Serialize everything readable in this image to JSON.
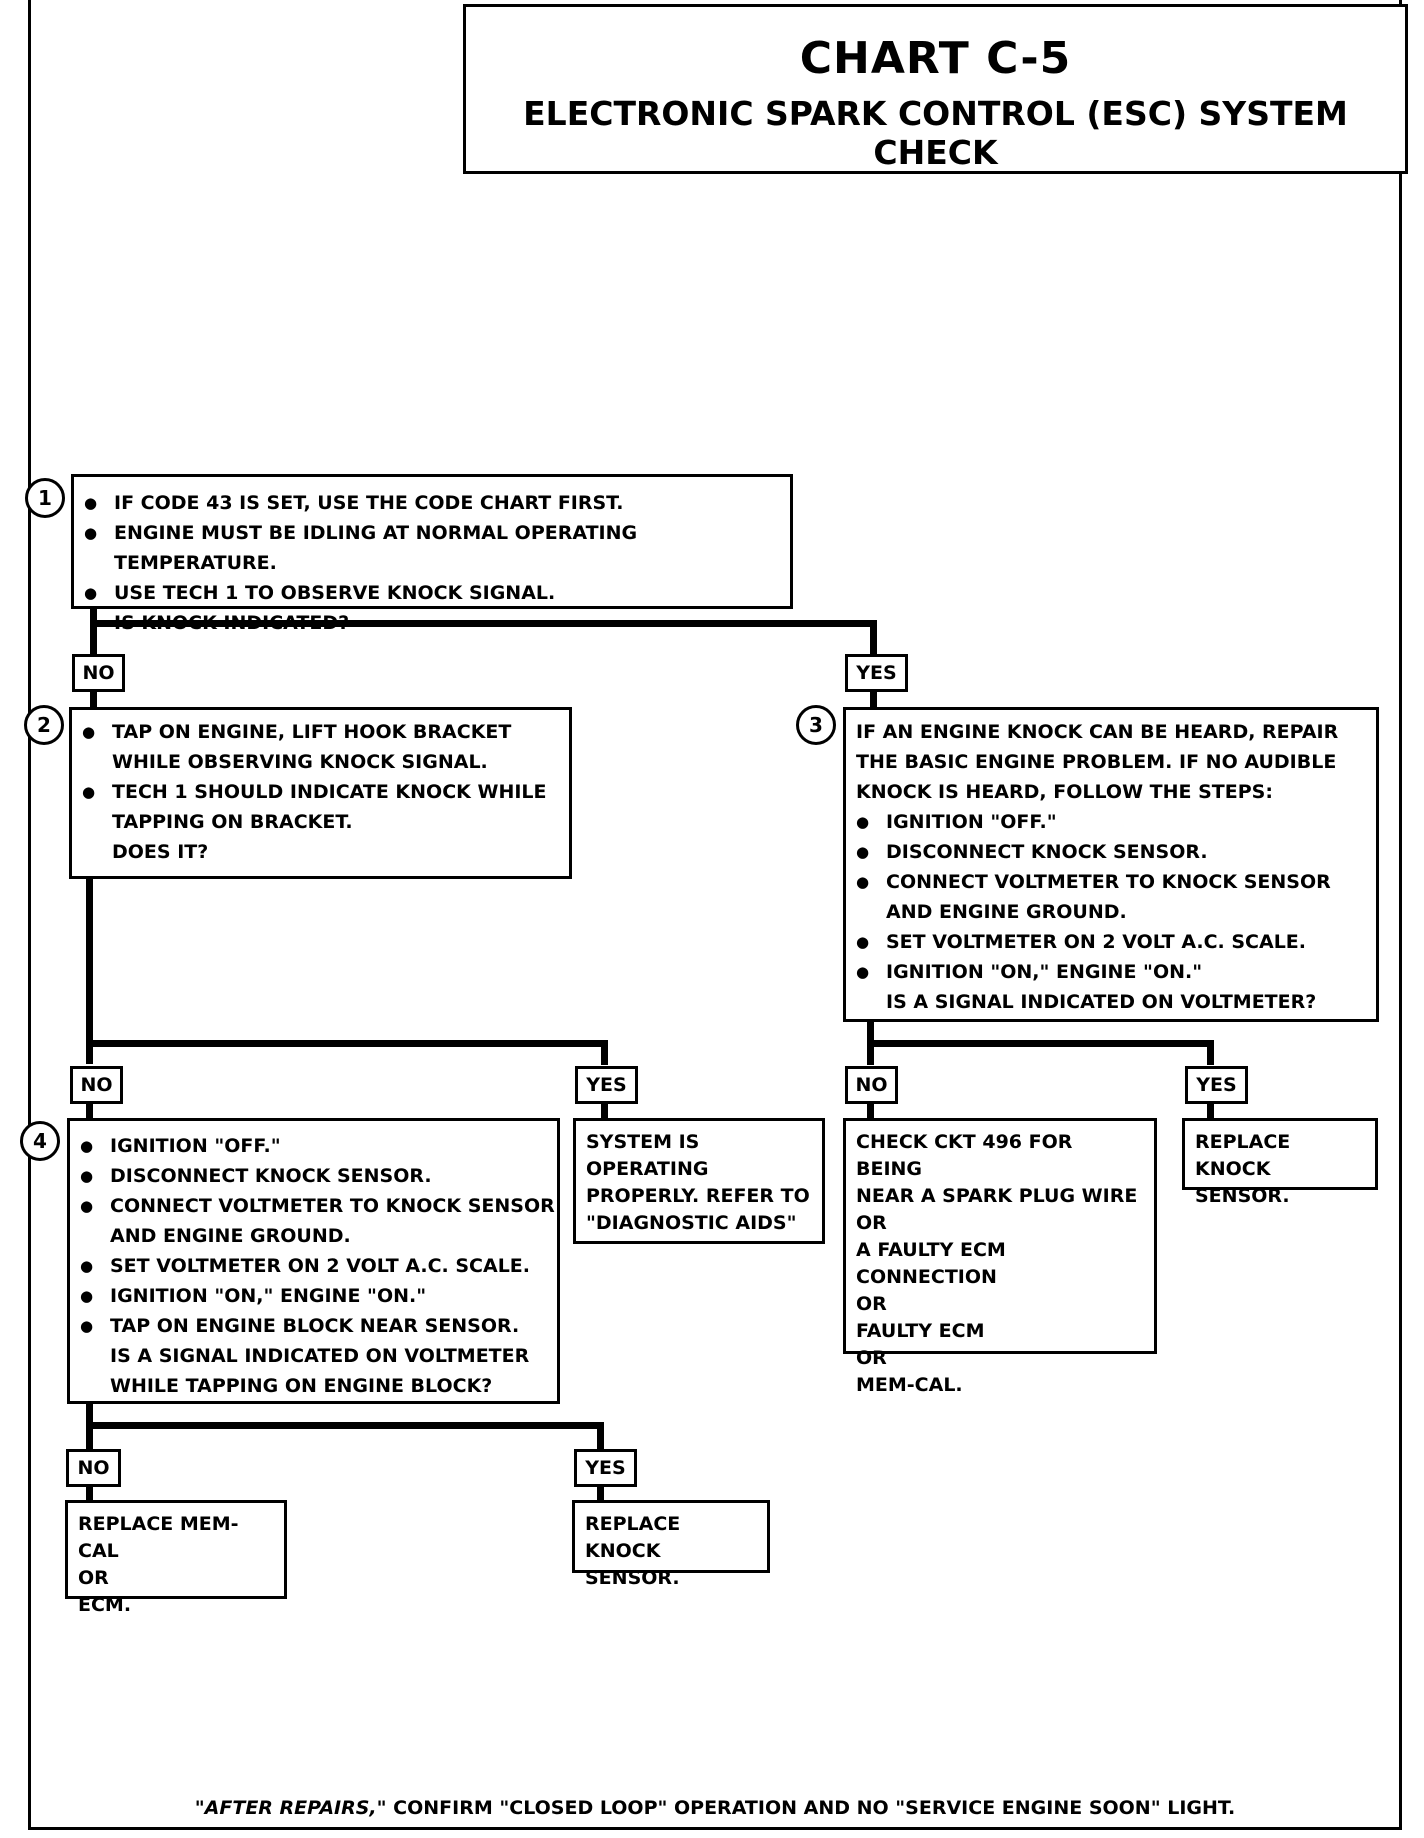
{
  "title": {
    "chart": "CHART C-5",
    "subtitle": "ELECTRONIC SPARK CONTROL (ESC) SYSTEM CHECK"
  },
  "steps": {
    "s1": {
      "number": "1",
      "bullets": [
        "IF CODE 43 IS SET, USE THE CODE CHART FIRST.",
        "ENGINE MUST BE IDLING AT NORMAL OPERATING TEMPERATURE.",
        "USE TECH 1 TO OBSERVE KNOCK SIGNAL."
      ],
      "question": "IS KNOCK INDICATED?"
    },
    "s2": {
      "number": "2",
      "bullets": [
        "TAP ON ENGINE, LIFT HOOK BRACKET WHILE OBSERVING KNOCK SIGNAL.",
        "TECH 1 SHOULD INDICATE KNOCK WHILE TAPPING ON BRACKET."
      ],
      "question": "DOES IT?"
    },
    "s3": {
      "number": "3",
      "intro": "IF AN ENGINE KNOCK CAN BE HEARD, REPAIR THE BASIC ENGINE PROBLEM.  IF NO AUDIBLE KNOCK IS HEARD, FOLLOW THE STEPS:",
      "bullets": [
        "IGNITION \"OFF.\"",
        "DISCONNECT KNOCK SENSOR.",
        "CONNECT VOLTMETER TO KNOCK SENSOR AND ENGINE GROUND.",
        "SET VOLTMETER ON 2 VOLT A.C. SCALE.",
        "IGNITION \"ON,\" ENGINE \"ON.\""
      ],
      "question": "IS A SIGNAL INDICATED ON VOLTMETER?"
    },
    "s4": {
      "number": "4",
      "bullets": [
        "IGNITION \"OFF.\"",
        "DISCONNECT KNOCK SENSOR.",
        "CONNECT VOLTMETER TO KNOCK SENSOR AND ENGINE GROUND.",
        "SET VOLTMETER ON 2 VOLT A.C. SCALE.",
        "IGNITION \"ON,\" ENGINE \"ON.\"",
        "TAP ON ENGINE BLOCK NEAR SENSOR."
      ],
      "question": "IS A SIGNAL INDICATED ON VOLTMETER WHILE TAPPING ON ENGINE BLOCK?"
    }
  },
  "results": {
    "system_ok": [
      "SYSTEM IS OPERATING",
      "PROPERLY.  REFER TO",
      "\"DIAGNOSTIC AIDS\""
    ],
    "check_ckt": [
      "CHECK CKT 496 FOR BEING",
      "NEAR A SPARK PLUG WIRE",
      "OR",
      "A FAULTY ECM CONNECTION",
      "OR",
      "FAULTY ECM",
      "OR",
      "MEM-CAL."
    ],
    "replace_knock_sensor_a": [
      "REPLACE KNOCK",
      "SENSOR."
    ],
    "replace_memcal": [
      "REPLACE MEM-CAL",
      "OR",
      "ECM."
    ],
    "replace_knock_sensor_b": [
      "REPLACE KNOCK",
      "SENSOR."
    ]
  },
  "labels": {
    "no": "NO",
    "yes": "YES"
  },
  "footer": {
    "italic": "\"AFTER REPAIRS,\"",
    "rest": " CONFIRM \"CLOSED LOOP\" OPERATION AND NO \"SERVICE ENGINE SOON\" LIGHT."
  }
}
